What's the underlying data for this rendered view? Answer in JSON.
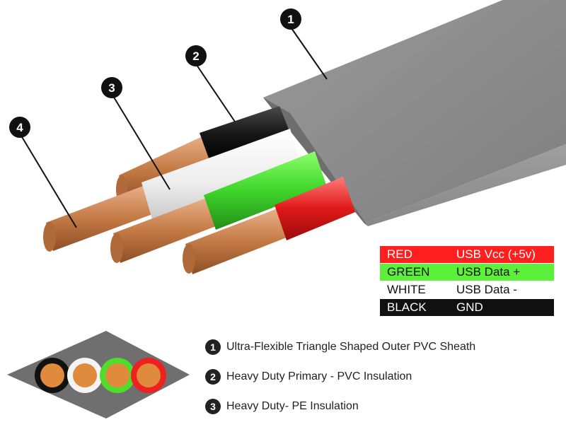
{
  "callouts": [
    "1",
    "2",
    "3",
    "4"
  ],
  "legend": [
    {
      "color_name": "RED",
      "function": "USB Vcc (+5v)",
      "color": "#ff1f1f"
    },
    {
      "color_name": "GREEN",
      "function": "USB Data +",
      "color": "#5cf03a"
    },
    {
      "color_name": "WHITE",
      "function": "USB Data -",
      "color": "#ffffff"
    },
    {
      "color_name": "BLACK",
      "function": "GND",
      "color": "#111111"
    }
  ],
  "notes": [
    {
      "number": "1",
      "text": "Ultra-Flexible Triangle Shaped Outer PVC Sheath"
    },
    {
      "number": "2",
      "text": "Heavy Duty Primary - PVC Insulation"
    },
    {
      "number": "3",
      "text": "Heavy Duty- PE Insulation"
    }
  ],
  "colors": {
    "sheath": "#8a8a8a",
    "copper": "#c9824f",
    "black_insulation": "#151515",
    "white_insulation": "#f2f2f2",
    "green_insulation": "#44d62a",
    "red_insulation": "#e01818"
  }
}
